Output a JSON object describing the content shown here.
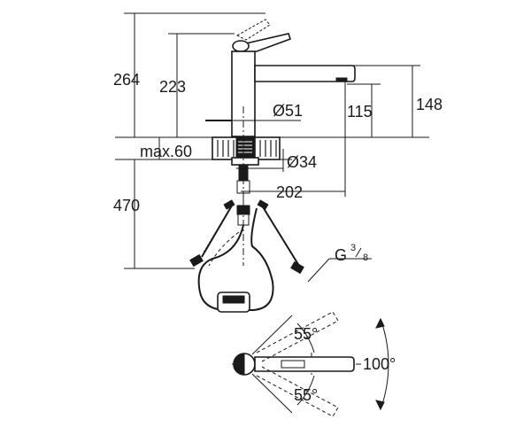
{
  "diagram": {
    "dimensions": {
      "overall_height": "264",
      "spout_height": "223",
      "aerator_height": "148",
      "spout_clearance": "115",
      "body_diameter": "Ø51",
      "deck_thickness": "max.60",
      "hole_diameter": "Ø34",
      "below_deck_length": "470",
      "spout_reach": "202",
      "connection_thread_main": "G",
      "connection_thread_num": "3",
      "connection_thread_den": "8"
    },
    "angles": {
      "swivel_left": "55°",
      "swivel_right": "55°",
      "swivel_total": "100°"
    }
  }
}
